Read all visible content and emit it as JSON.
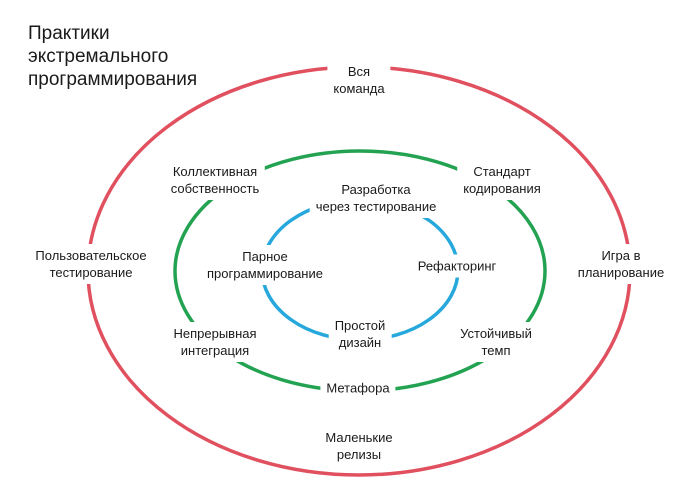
{
  "title": "Практики\nэкстремального\nпрограммирования",
  "colors": {
    "outer": "#e0505f",
    "middle": "#23a352",
    "inner": "#27a8dc"
  },
  "outer_ring": {
    "top": "Вся\nкоманда",
    "left": "Пользовательское\nтестирование",
    "right": "Игра в\nпланирование",
    "bottom": "Маленькие\nрелизы"
  },
  "middle_ring": {
    "top_left": "Коллективная\nсобственность",
    "top_right": "Стандарт\nкодирования",
    "bottom_left": "Непрерывная\nинтеграция",
    "bottom_right": "Устойчивый\nтемп",
    "bottom": "Метафора"
  },
  "inner_ring": {
    "top": "Разработка\nчерез тестирование",
    "left": "Парное\nпрограммирование",
    "right": "Рефакторинг",
    "bottom": "Простой\nдизайн"
  }
}
